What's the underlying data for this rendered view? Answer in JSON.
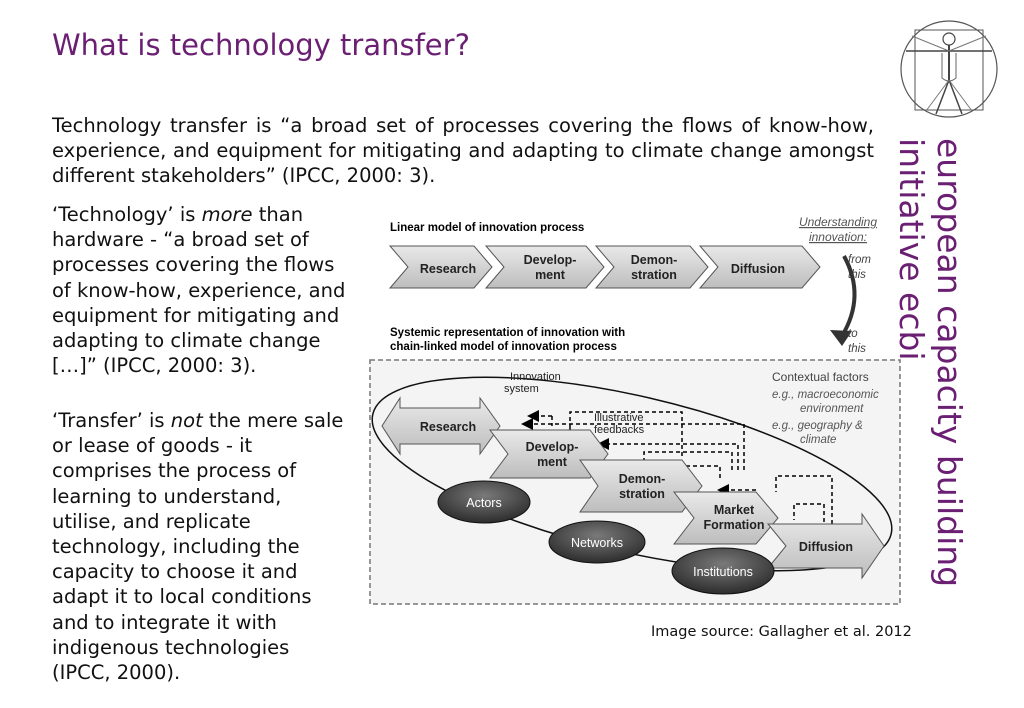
{
  "title": "What is technology transfer?",
  "intro": "Technology transfer is “a broad set of processes covering the flows of know-how, experience, and equipment for mitigating and adapting to climate change amongst different stakeholders” (IPCC, 2000: 3).",
  "para1": {
    "pre": "‘Technology’ is ",
    "em": "more",
    "post": " than hardware - “a broad set of processes covering the flows of know-how, experience, and equipment for mitigating and adapting to climate change […]” (IPCC, 2000: 3)."
  },
  "para2": {
    "pre": "‘Transfer’ is ",
    "em": "not",
    "post": " the mere sale or lease of goods - it comprises the process of learning to understand, utilise, and replicate technology, including the capacity to choose it and adapt it to local conditions and to integrate it with indigenous technologies (IPCC, 2000)."
  },
  "brand": {
    "line1": "european capacity building",
    "line2": "initiative ecbi"
  },
  "colors": {
    "brand": "#6b1f73"
  },
  "logo": {
    "icon": "vitruvian-man-icon"
  },
  "figure": {
    "linear_title": "Linear model of innovation process",
    "understanding": "Understanding",
    "innovation_colon": "innovation:",
    "from": "from",
    "this1": "this",
    "to": "to",
    "this2": "this",
    "systemic_title_1": "Systemic representation of innovation with",
    "systemic_title_2": "chain-linked model of innovation process",
    "linear_research": "Research",
    "linear_dev_1": "Develop-",
    "linear_dev_2": "ment",
    "linear_demo_1": "Demon-",
    "linear_demo_2": "stration",
    "linear_diffusion": "Diffusion",
    "innovation": "Innovation",
    "system": "system",
    "illustrative": "Illustrative",
    "feedbacks": "feedbacks",
    "contextual": "Contextual factors",
    "ctx_1": "e.g., macroeconomic",
    "ctx_2": "environment",
    "ctx_3": "e.g., geography &",
    "ctx_4": "climate",
    "sys_research": "Research",
    "sys_dev_1": "Develop-",
    "sys_dev_2": "ment",
    "sys_demo_1": "Demon-",
    "sys_demo_2": "stration",
    "market_1": "Market",
    "market_2": "Formation",
    "sys_diffusion": "Diffusion",
    "actors": "Actors",
    "networks": "Networks",
    "institutions": "Institutions"
  },
  "source": "Image source: Gallagher et al. 2012"
}
